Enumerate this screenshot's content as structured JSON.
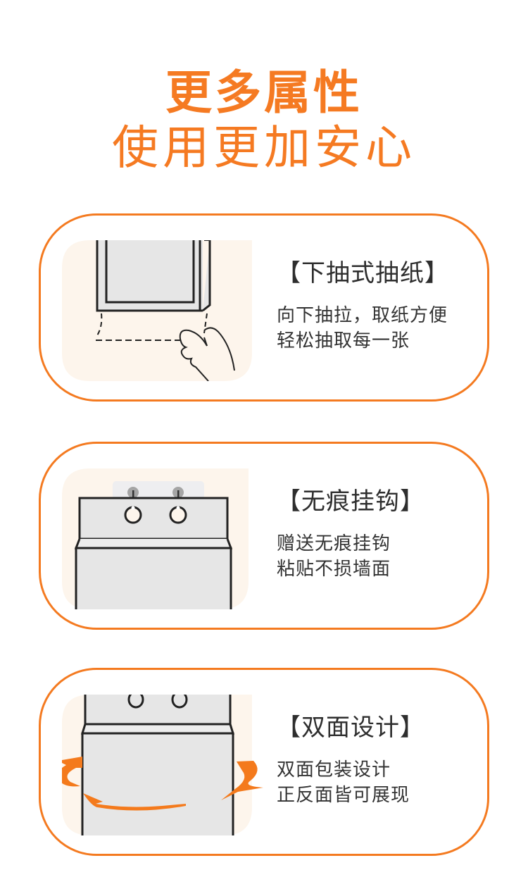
{
  "header": {
    "line1": "更多属性",
    "line2": "使用更加安心"
  },
  "colors": {
    "accent": "#F47A20",
    "illustration_bg": "#FDF5EC",
    "product_gray": "#E5E5E5",
    "outline": "#222222",
    "text": "#333333"
  },
  "features": [
    {
      "title": "【下抽式抽纸】",
      "desc_lines": [
        "向下抽拉，取纸方便",
        "轻松抽取每一张"
      ],
      "icon": "hand-pull-tissue-illustration"
    },
    {
      "title": "【无痕挂钩】",
      "desc_lines": [
        "赠送无痕挂钩",
        "粘贴不损墙面"
      ],
      "icon": "wall-hook-illustration"
    },
    {
      "title": "【双面设计】",
      "desc_lines": [
        "双面包装设计",
        "正反面皆可展现"
      ],
      "icon": "rotate-double-sided-illustration"
    }
  ]
}
